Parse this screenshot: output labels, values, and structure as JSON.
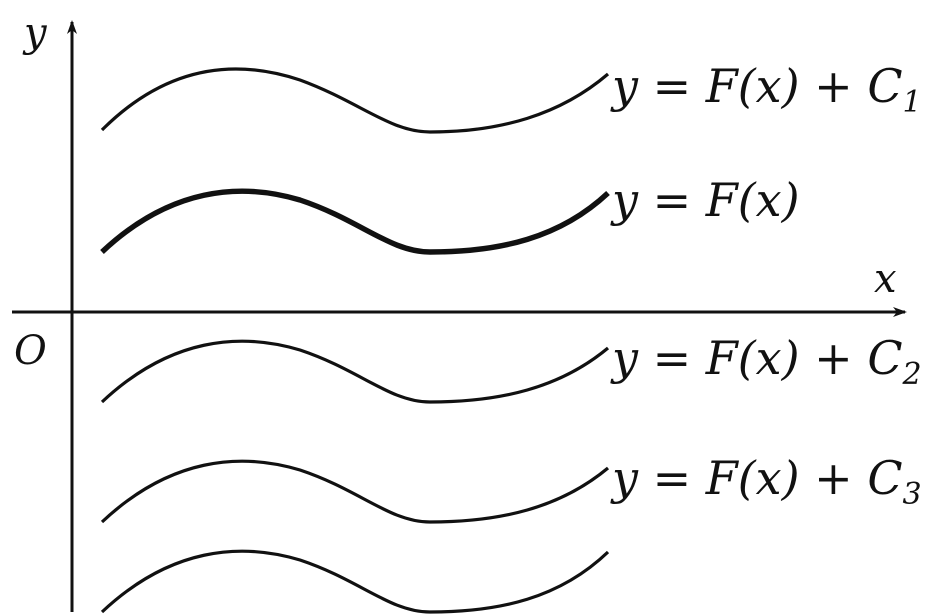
{
  "axes": {
    "x_label": "x",
    "y_label": "y",
    "origin_label": "O"
  },
  "curves": [
    {
      "id": "c1",
      "label_prefix": "y = F(x) + ",
      "label_const": "C",
      "label_sub": "1",
      "bold": false
    },
    {
      "id": "f",
      "label_prefix": "y = F(x)",
      "label_const": "",
      "label_sub": "",
      "bold": true
    },
    {
      "id": "c2",
      "label_prefix": "y = F(x) + ",
      "label_const": "C",
      "label_sub": "2",
      "bold": false
    },
    {
      "id": "c3",
      "label_prefix": "y = F(x) + ",
      "label_const": "C",
      "label_sub": "3",
      "bold": false
    },
    {
      "id": "c4",
      "label_prefix": "",
      "label_const": "",
      "label_sub": "",
      "bold": false
    }
  ],
  "colors": {
    "ink": "#111111",
    "background": "#ffffff"
  }
}
